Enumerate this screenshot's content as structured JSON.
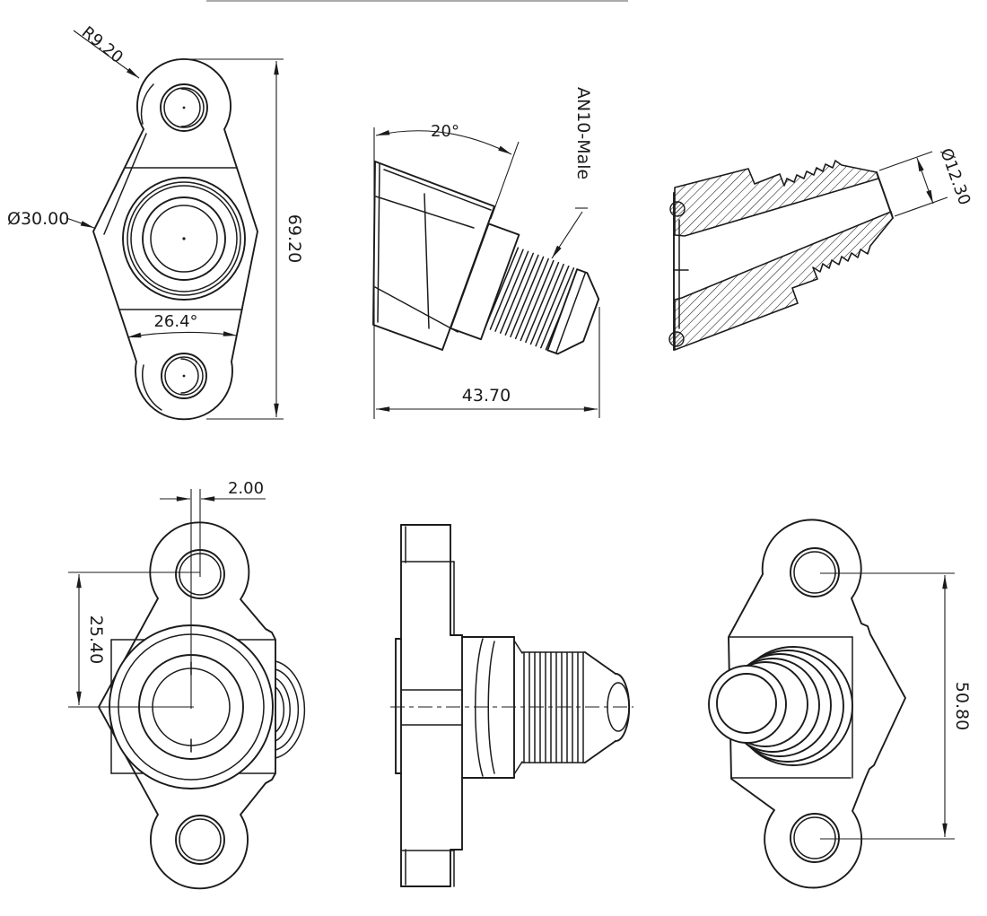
{
  "meta": {
    "background": "#ffffff",
    "line_color": "#1b1b1b",
    "top_border_color": "#8f8f8f",
    "drawing_type": "CAD multi-view technical drawing of AN10 male flange adapter fitting"
  },
  "views": {
    "top": {
      "title": "flange top view",
      "dim_radius": "R9.20",
      "dim_boss_dia": "Ø30.00",
      "dim_height": "69.20",
      "dim_angle": "26.4°"
    },
    "angled": {
      "title": "fitting angled view",
      "dim_angle": "20°",
      "thread_callout": "AN10-Male",
      "dim_length": "43.70"
    },
    "section": {
      "title": "fitting section view",
      "dim_bore_dia": "Ø12.30"
    },
    "front": {
      "title": "flange front view",
      "dim_offset": "2.00",
      "dim_center_dist": "25.40"
    },
    "side": {
      "title": "fitting side view"
    },
    "rear": {
      "title": "flange rear view",
      "dim_hole_spacing": "50.80"
    }
  }
}
